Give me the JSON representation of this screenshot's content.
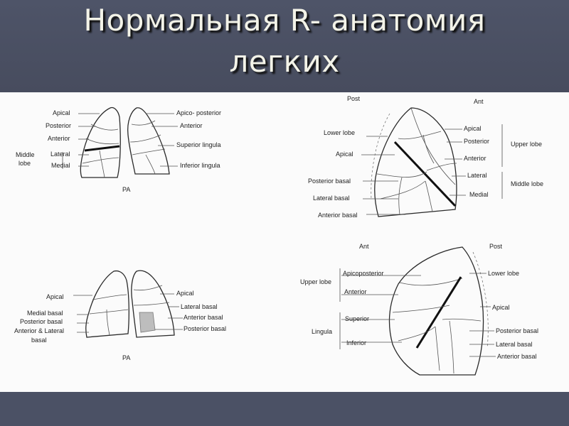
{
  "slide": {
    "title_line_1": "Нормальная R- анатомия",
    "title_line_2": "легких",
    "colors": {
      "background": "#4b5165",
      "title_text": "#f3f3e8",
      "figure_bg": "#fbfbfb"
    }
  },
  "diagrams": {
    "right_pa": {
      "left_labels": [
        "Apical",
        "Posterior",
        "Anterior",
        "Lateral",
        "Medial"
      ],
      "group_label_1": "Middle",
      "group_label_2": "lobe",
      "right_labels": [
        "Apico- posterior",
        "Anterior",
        "Superior lingula",
        "Inferior lingula"
      ],
      "caption": "PA"
    },
    "right_lateral": {
      "post": "Post",
      "ant": "Ant",
      "left_labels": [
        "Lower lobe",
        "Apical",
        "Posterior basal",
        "Lateral basal",
        "Anterior basal"
      ],
      "right_labels": [
        "Apical",
        "Posterior",
        "Anterior",
        "Lateral",
        "Medial"
      ],
      "lobe_upper": "Upper lobe",
      "lobe_middle": "Middle lobe"
    },
    "left_pa": {
      "left_labels": [
        "Apical",
        "Medial basal",
        "Posterior basal",
        "Anterior & Lateral",
        "basal"
      ],
      "right_labels": [
        "Apical",
        "Lateral basal",
        "Anterior basal",
        "Posterior basal"
      ],
      "caption": "PA"
    },
    "left_lateral": {
      "ant": "Ant",
      "post": "Post",
      "left_labels": [
        "Upper lobe",
        "Lingula"
      ],
      "inner_labels": [
        "Apicoposterior",
        "Anterior",
        "Superior",
        "Inferior"
      ],
      "right_labels": [
        "Lower lobe",
        "Apical",
        "Posterior basal",
        "Lateral basal",
        "Anterior basal"
      ]
    }
  }
}
